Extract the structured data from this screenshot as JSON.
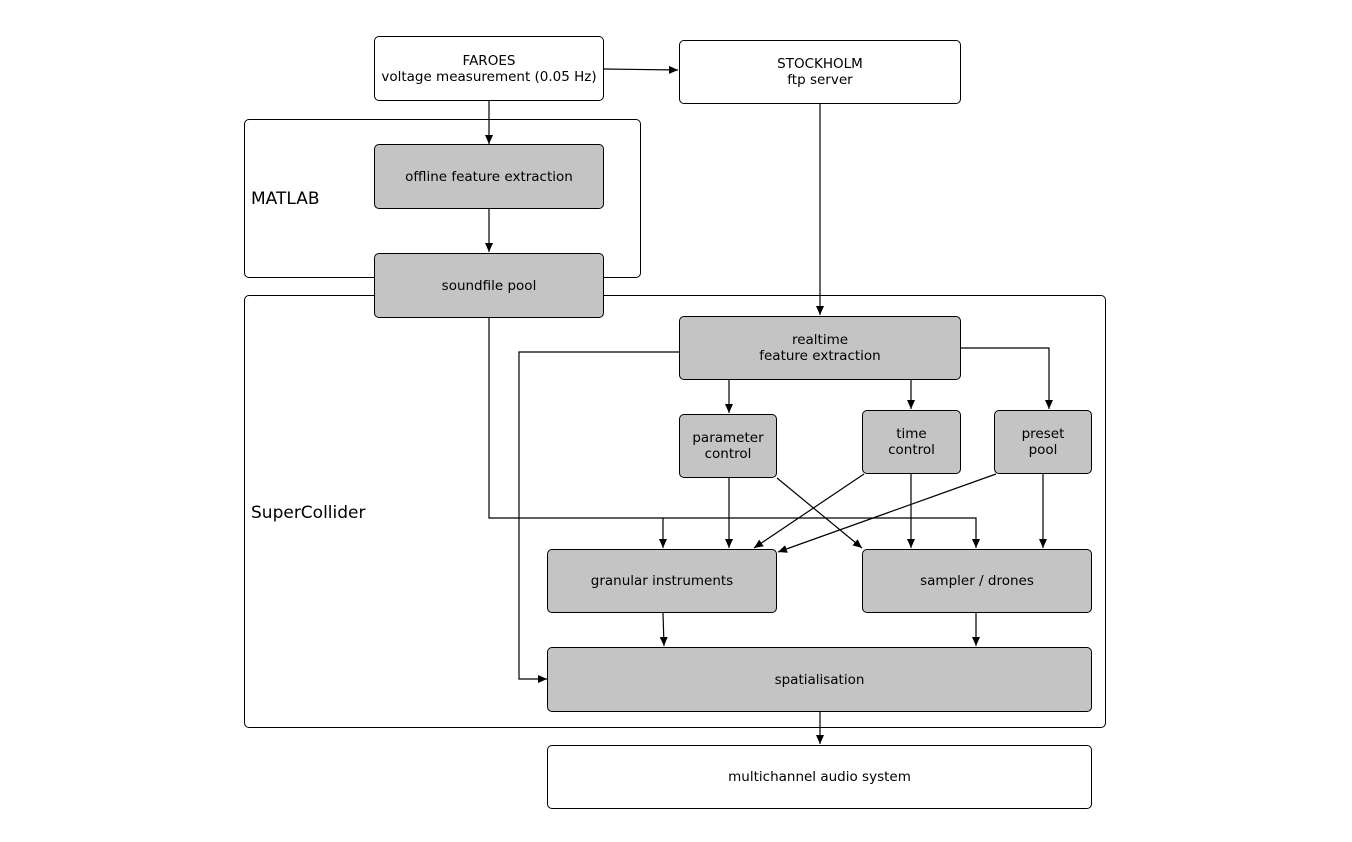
{
  "groups": {
    "matlab": {
      "label": "MATLAB"
    },
    "supercollider": {
      "label": "SuperCollider"
    }
  },
  "nodes": {
    "faroes": {
      "line1": "FAROES",
      "line2": "voltage measurement (0.05 Hz)"
    },
    "stockholm": {
      "line1": "STOCKHOLM",
      "line2": "ftp server"
    },
    "offline_feature_extraction": {
      "line1": "offline feature extraction"
    },
    "soundfile_pool": {
      "line1": "soundfile pool"
    },
    "realtime_feature_extraction": {
      "line1": "realtime",
      "line2": "feature extraction"
    },
    "parameter_control": {
      "line1": "parameter",
      "line2": "control"
    },
    "time_control": {
      "line1": "time",
      "line2": "control"
    },
    "preset_pool": {
      "line1": "preset",
      "line2": "pool"
    },
    "granular_instruments": {
      "line1": "granular instruments"
    },
    "sampler_drones": {
      "line1": "sampler / drones"
    },
    "spatialisation": {
      "line1": "spatialisation"
    },
    "multichannel_audio": {
      "line1": "multichannel audio system"
    }
  },
  "colors": {
    "box_fill": "#c4c4c4",
    "stroke": "#000000",
    "background": "#ffffff"
  }
}
